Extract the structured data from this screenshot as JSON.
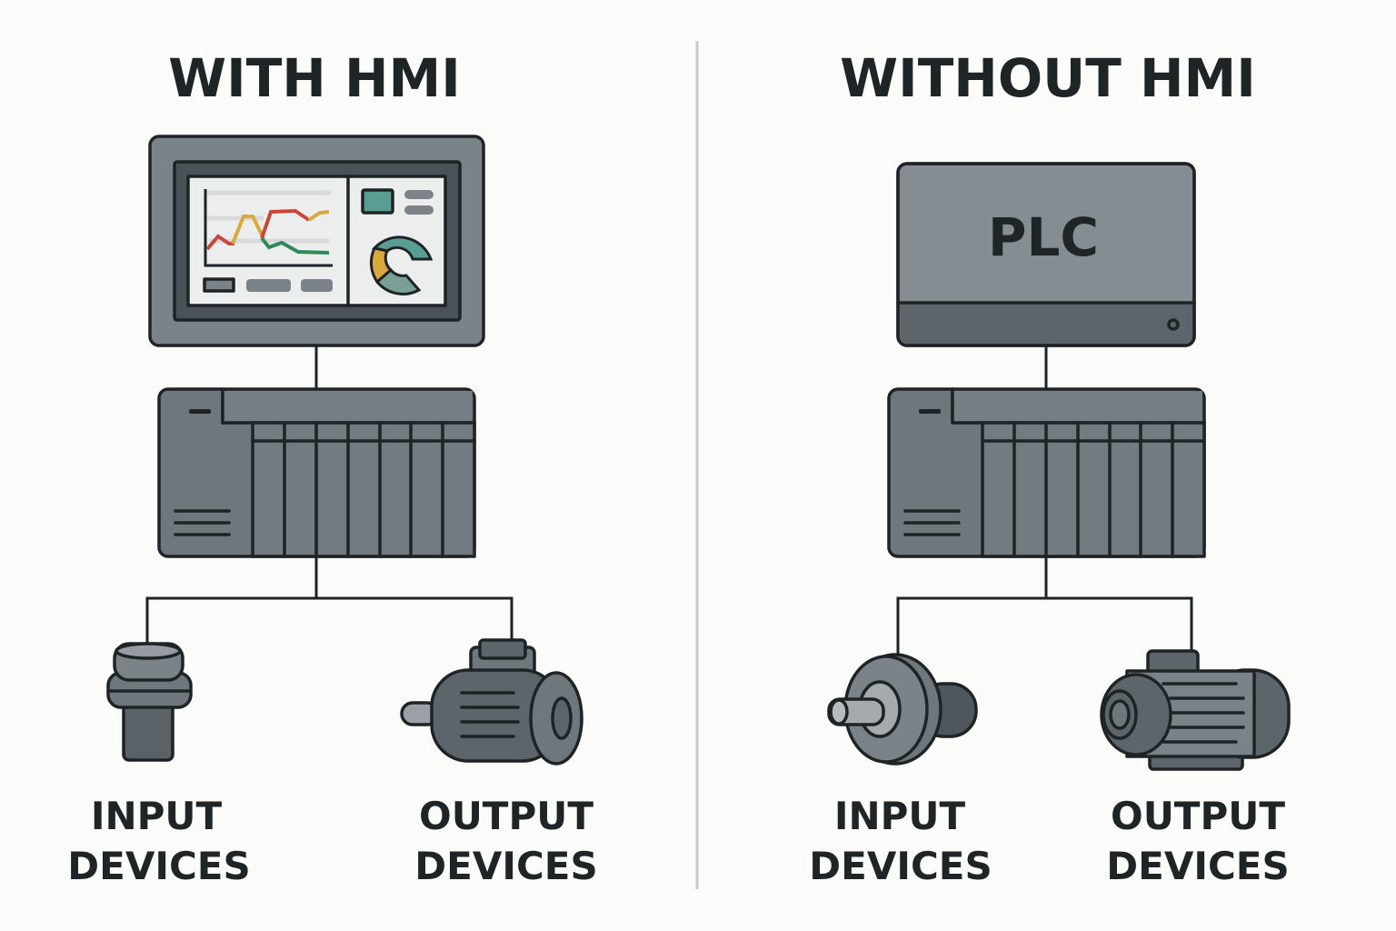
{
  "left_panel": {
    "title": "WITH HMI",
    "input_label": [
      "INPUT",
      "DEVICES"
    ],
    "output_label": [
      "OUTPUT",
      "DEVICES"
    ]
  },
  "right_panel": {
    "title": "WITHOUT HMI",
    "controller_label": "PLC",
    "input_label": [
      "INPUT",
      "DEVICES"
    ],
    "output_label": [
      "OUTPUT",
      "DEVICES"
    ]
  },
  "colors": {
    "background": "#fbfbfa",
    "outline": "#1e2326",
    "device_gray": "#6f767c",
    "chart_red": "#c8463a",
    "chart_yellow": "#d9a93f",
    "chart_green": "#2e8a5a",
    "chart_teal": "#5a9e93"
  }
}
